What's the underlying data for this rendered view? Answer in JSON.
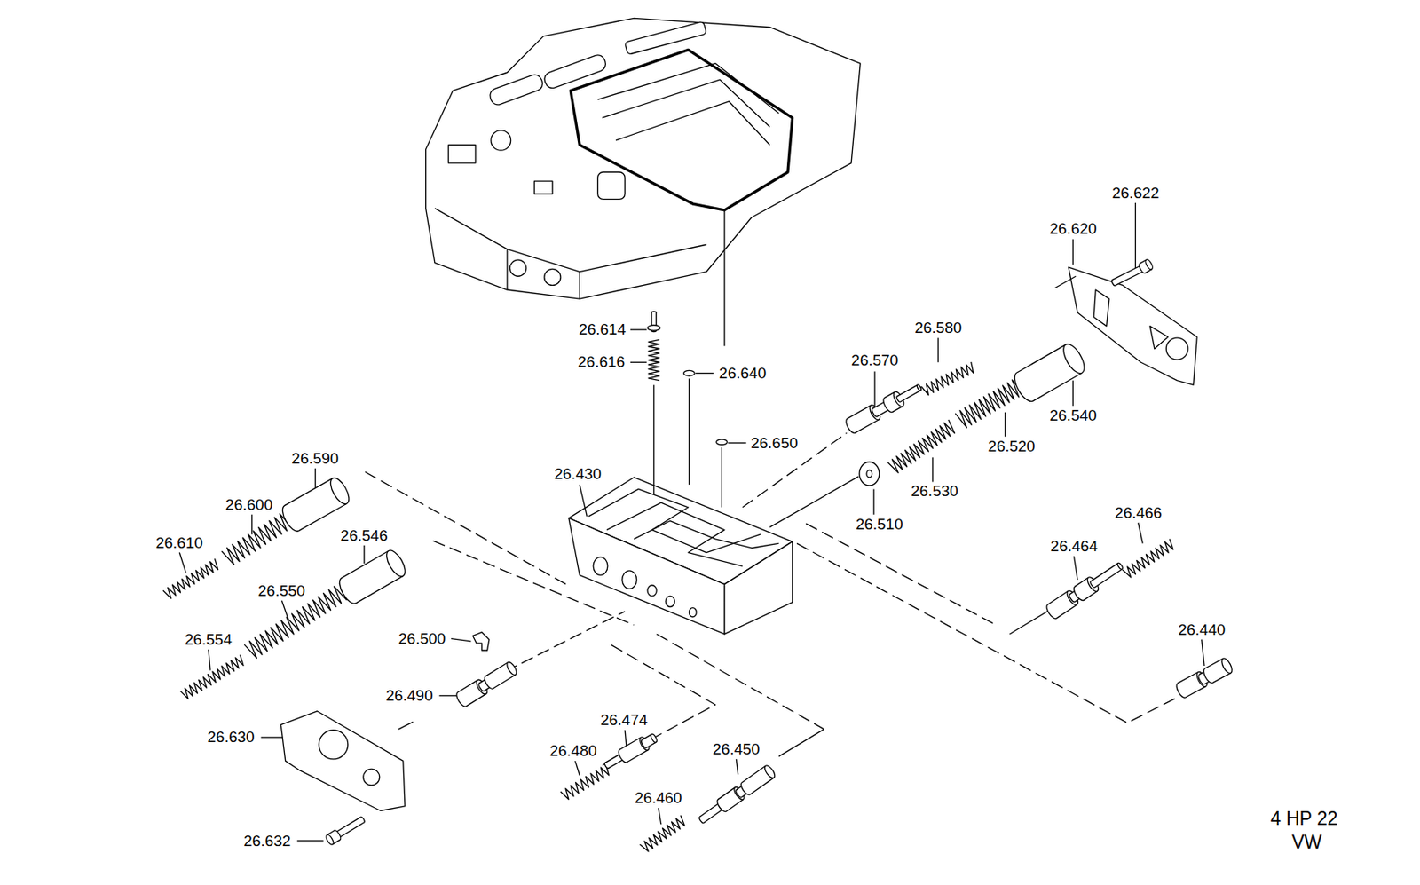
{
  "diagram": {
    "labels": [
      "26.622",
      "26.620",
      "26.614",
      "26.580",
      "26.616",
      "26.640",
      "26.570",
      "26.540",
      "26.650",
      "26.520",
      "26.590",
      "26.430",
      "26.510",
      "26.530",
      "26.600",
      "26.546",
      "26.610",
      "26.466",
      "26.464",
      "26.550",
      "26.554",
      "26.500",
      "26.440",
      "26.490",
      "26.474",
      "26.630",
      "26.480",
      "26.450",
      "26.460",
      "26.632",
      "4 HP 22",
      "VW"
    ]
  }
}
